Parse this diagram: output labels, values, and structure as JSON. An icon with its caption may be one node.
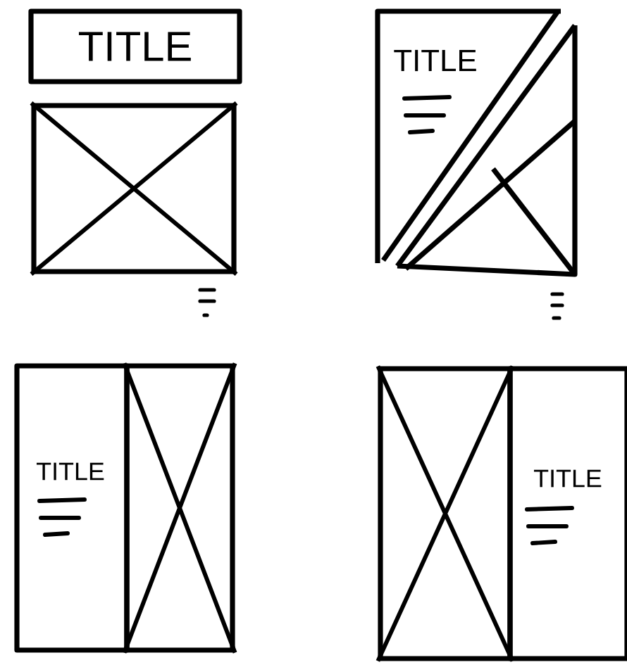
{
  "diagram": {
    "nodes": [
      {
        "text": [
          "TITLE"
        ]
      },
      {
        "text": [],
        "shape": "box"
      },
      {
        "text": [
          "TITLE"
        ]
      },
      {
        "text": [
          "TITLE"
        ]
      },
      {
        "text": [],
        "shape": "box"
      },
      {
        "text": [],
        "shape": "box"
      },
      {
        "text": [
          "TITLE"
        ]
      }
    ]
  }
}
